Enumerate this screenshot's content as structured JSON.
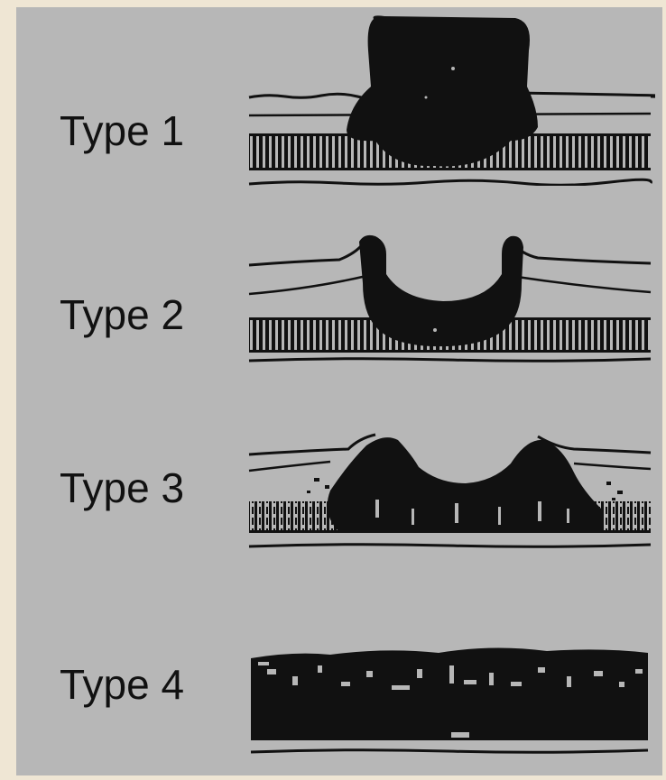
{
  "types": [
    {
      "label": "Type 1"
    },
    {
      "label": "Type 2"
    },
    {
      "label": "Type 3"
    },
    {
      "label": "Type 4"
    }
  ],
  "colors": {
    "background": "#efe6d4",
    "panel": "#b7b7b7",
    "ink": "#111111"
  }
}
